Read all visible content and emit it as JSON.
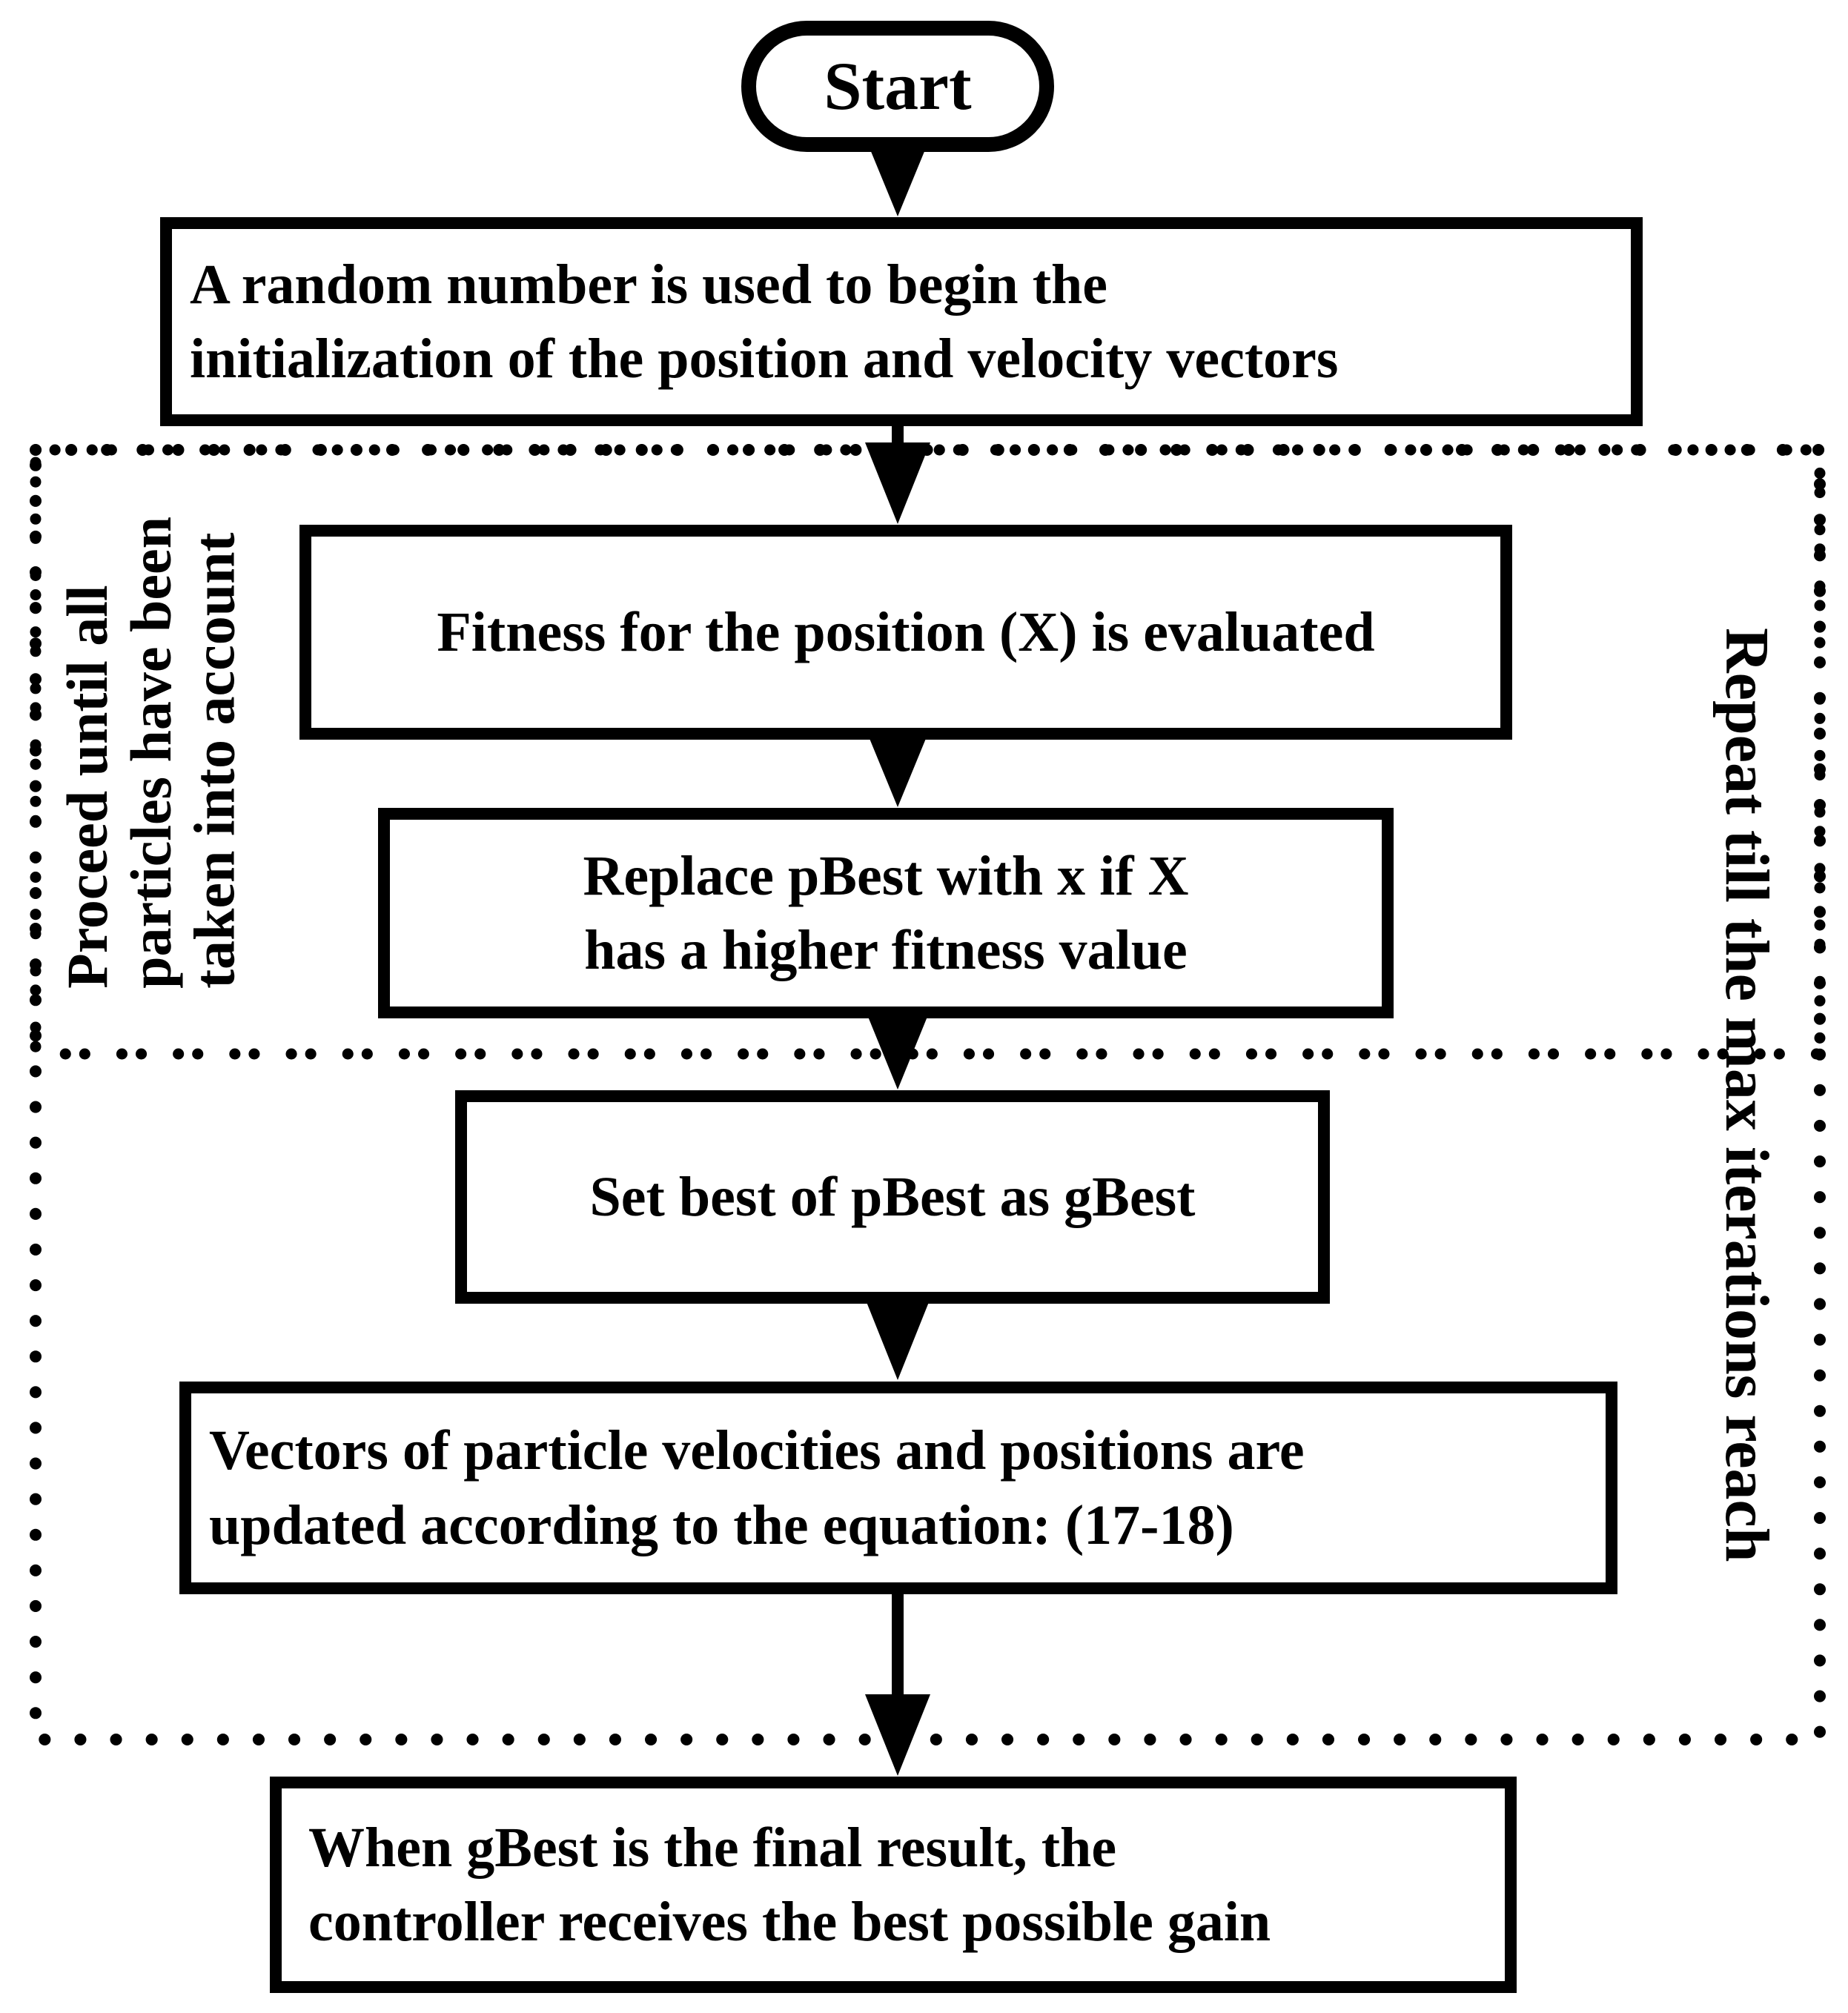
{
  "figure": {
    "background_color": "#ffffff",
    "line_color": "#000000"
  },
  "nodes": {
    "start": {
      "label": "Start"
    },
    "init": {
      "label": "A random number is used to begin the\ninitialization of the position and velocity vectors"
    },
    "fitness": {
      "label": "Fitness for the position (X) is evaluated"
    },
    "replace_pbest": {
      "label": "Replace pBest with x if X\nhas a higher fitness value"
    },
    "set_gbest": {
      "label": "Set best of pBest as gBest"
    },
    "update_vectors": {
      "label": "Vectors of particle velocities and positions are\nupdated according to the equation: (17-18)"
    },
    "final_result": {
      "label": "When gBest is the final result, the\ncontroller receives the best possible gain"
    }
  },
  "loop_labels": {
    "inner_left": "Proceed until all\nparticles have been\ntaken into account",
    "outer_right": "Repeat till the max iterations reach"
  }
}
